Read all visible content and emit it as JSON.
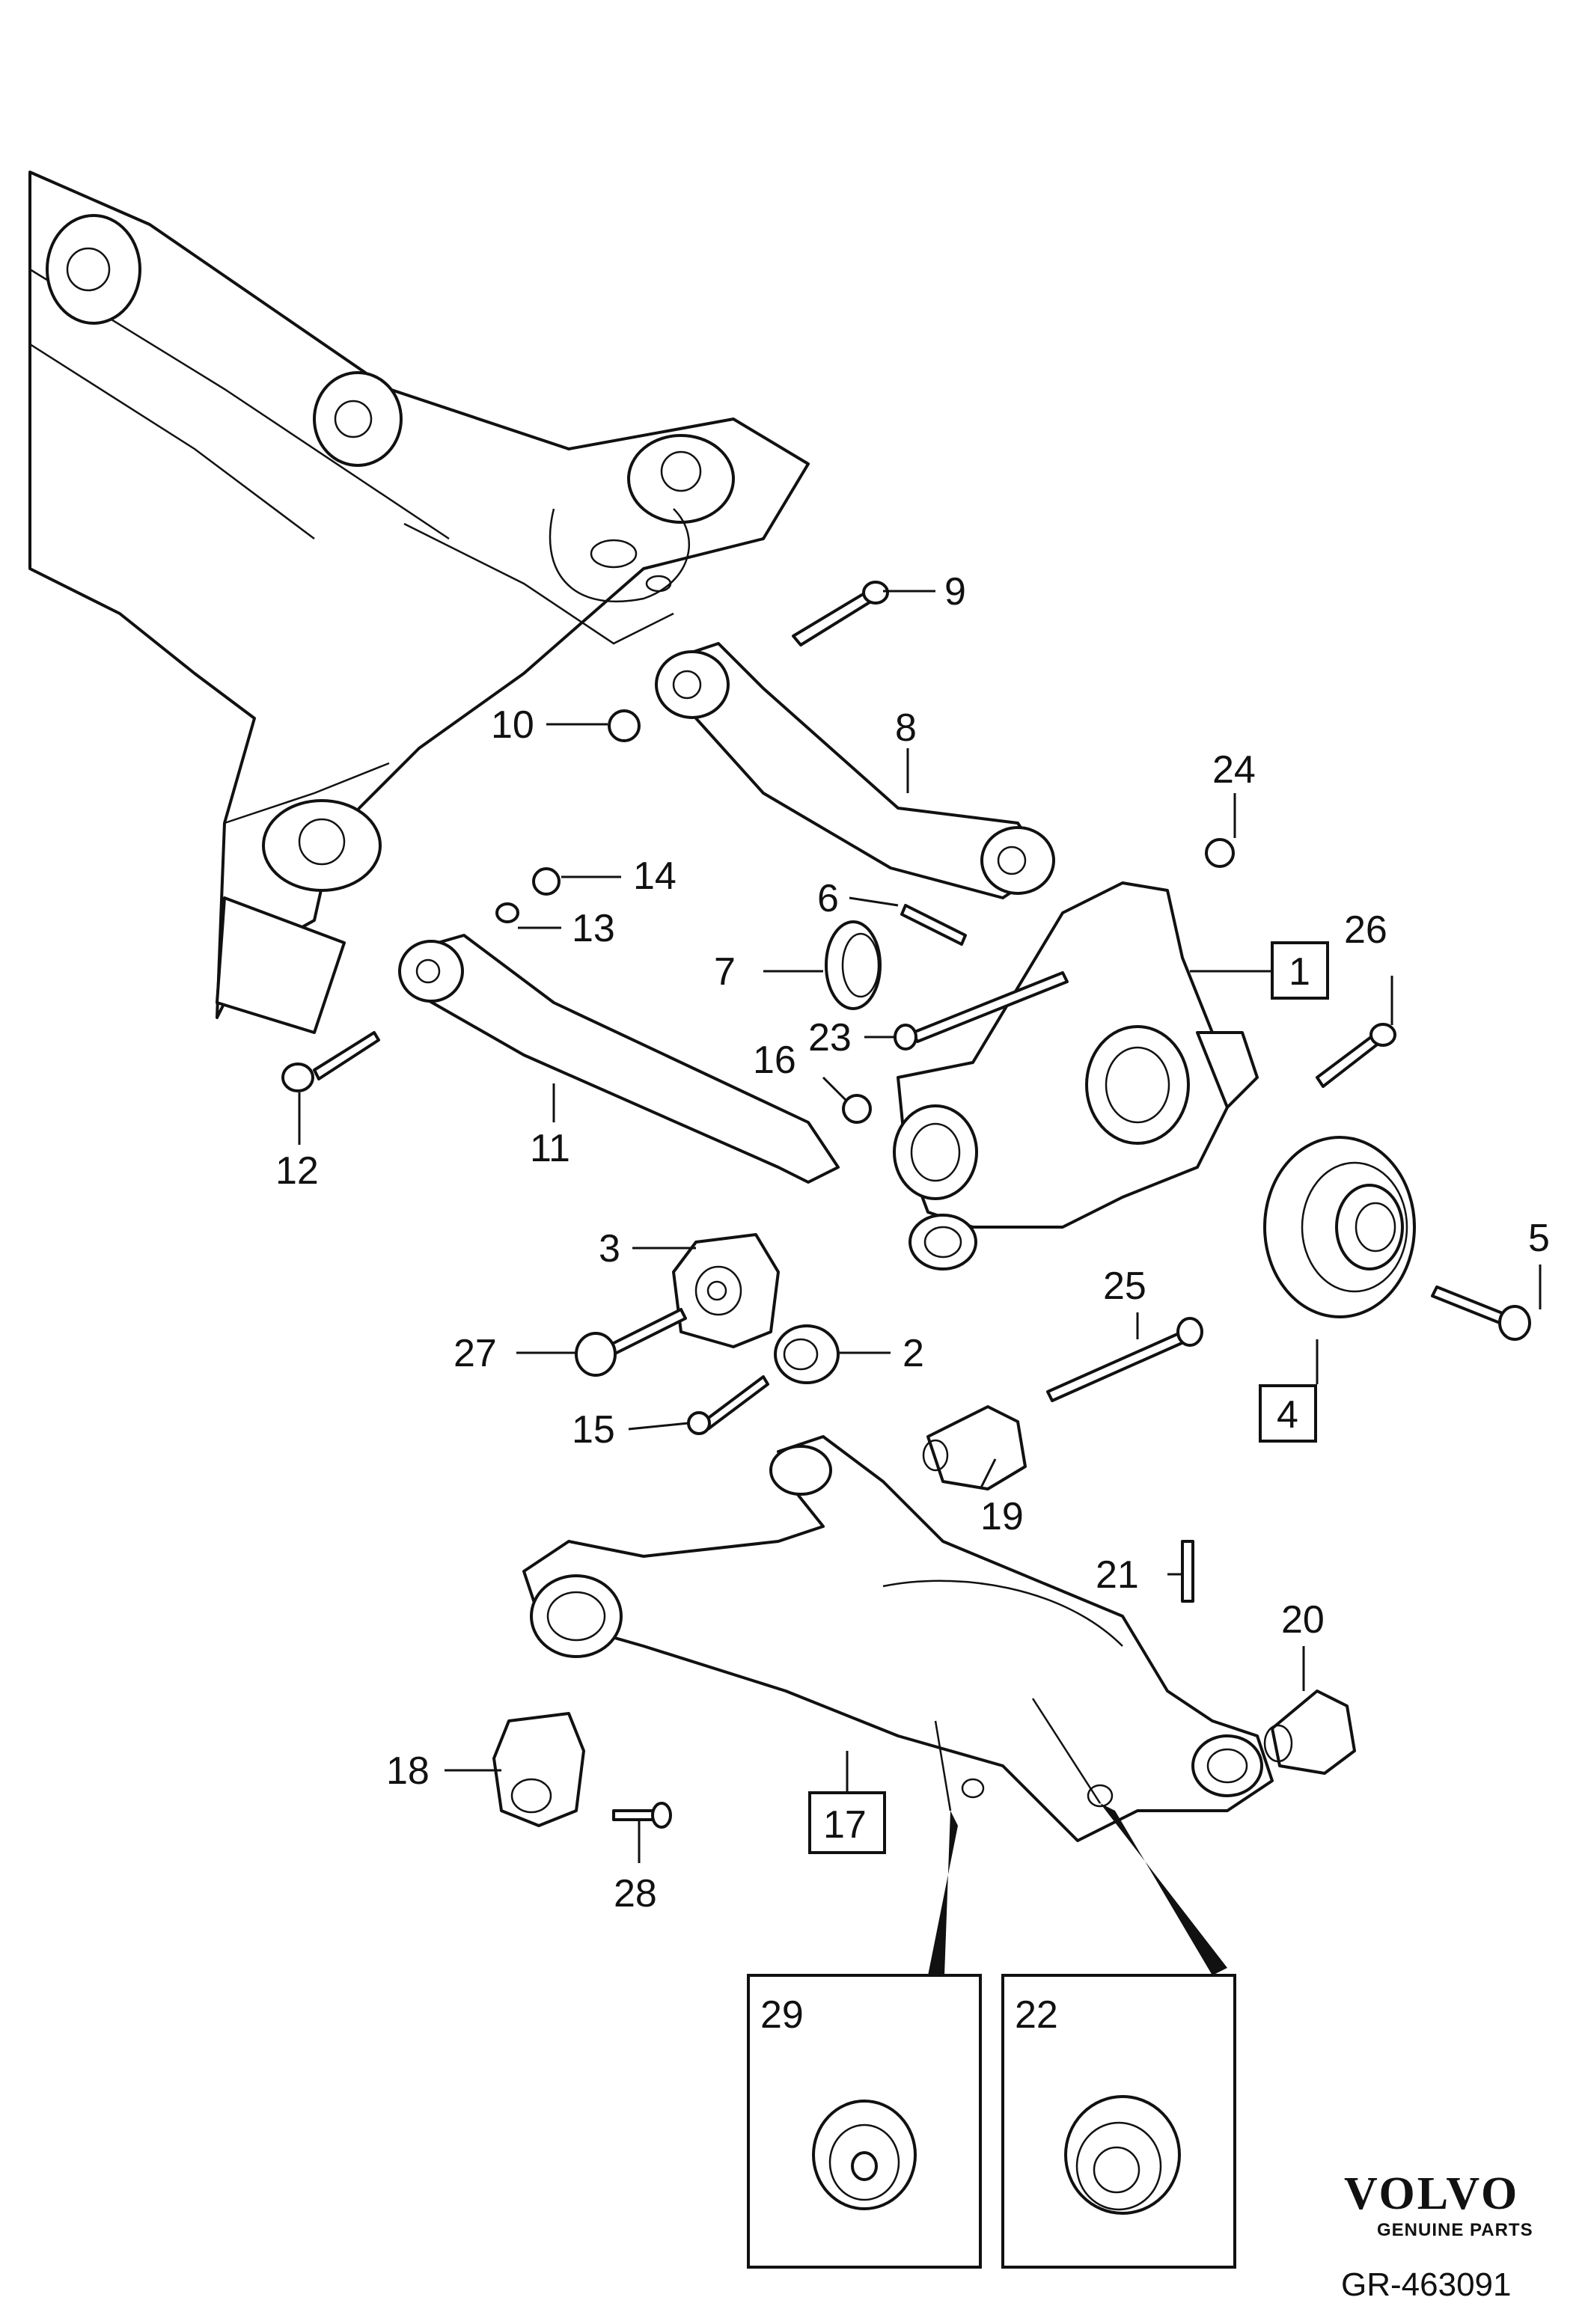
{
  "callouts": [
    {
      "id": "1",
      "boxed": true
    },
    {
      "id": "2"
    },
    {
      "id": "3"
    },
    {
      "id": "4",
      "boxed": true
    },
    {
      "id": "5"
    },
    {
      "id": "6"
    },
    {
      "id": "7"
    },
    {
      "id": "8"
    },
    {
      "id": "9"
    },
    {
      "id": "10"
    },
    {
      "id": "11"
    },
    {
      "id": "12"
    },
    {
      "id": "13"
    },
    {
      "id": "14"
    },
    {
      "id": "15"
    },
    {
      "id": "16"
    },
    {
      "id": "17",
      "boxed": true
    },
    {
      "id": "18"
    },
    {
      "id": "19"
    },
    {
      "id": "20"
    },
    {
      "id": "21"
    },
    {
      "id": "22"
    },
    {
      "id": "23"
    },
    {
      "id": "24"
    },
    {
      "id": "25"
    },
    {
      "id": "26"
    },
    {
      "id": "27"
    },
    {
      "id": "28"
    },
    {
      "id": "29"
    }
  ],
  "brand": {
    "name": "VOLVO",
    "tagline": "GENUINE PARTS"
  },
  "reference": "GR-463091",
  "colors": {
    "ink": "#111111",
    "paper": "#ffffff"
  }
}
